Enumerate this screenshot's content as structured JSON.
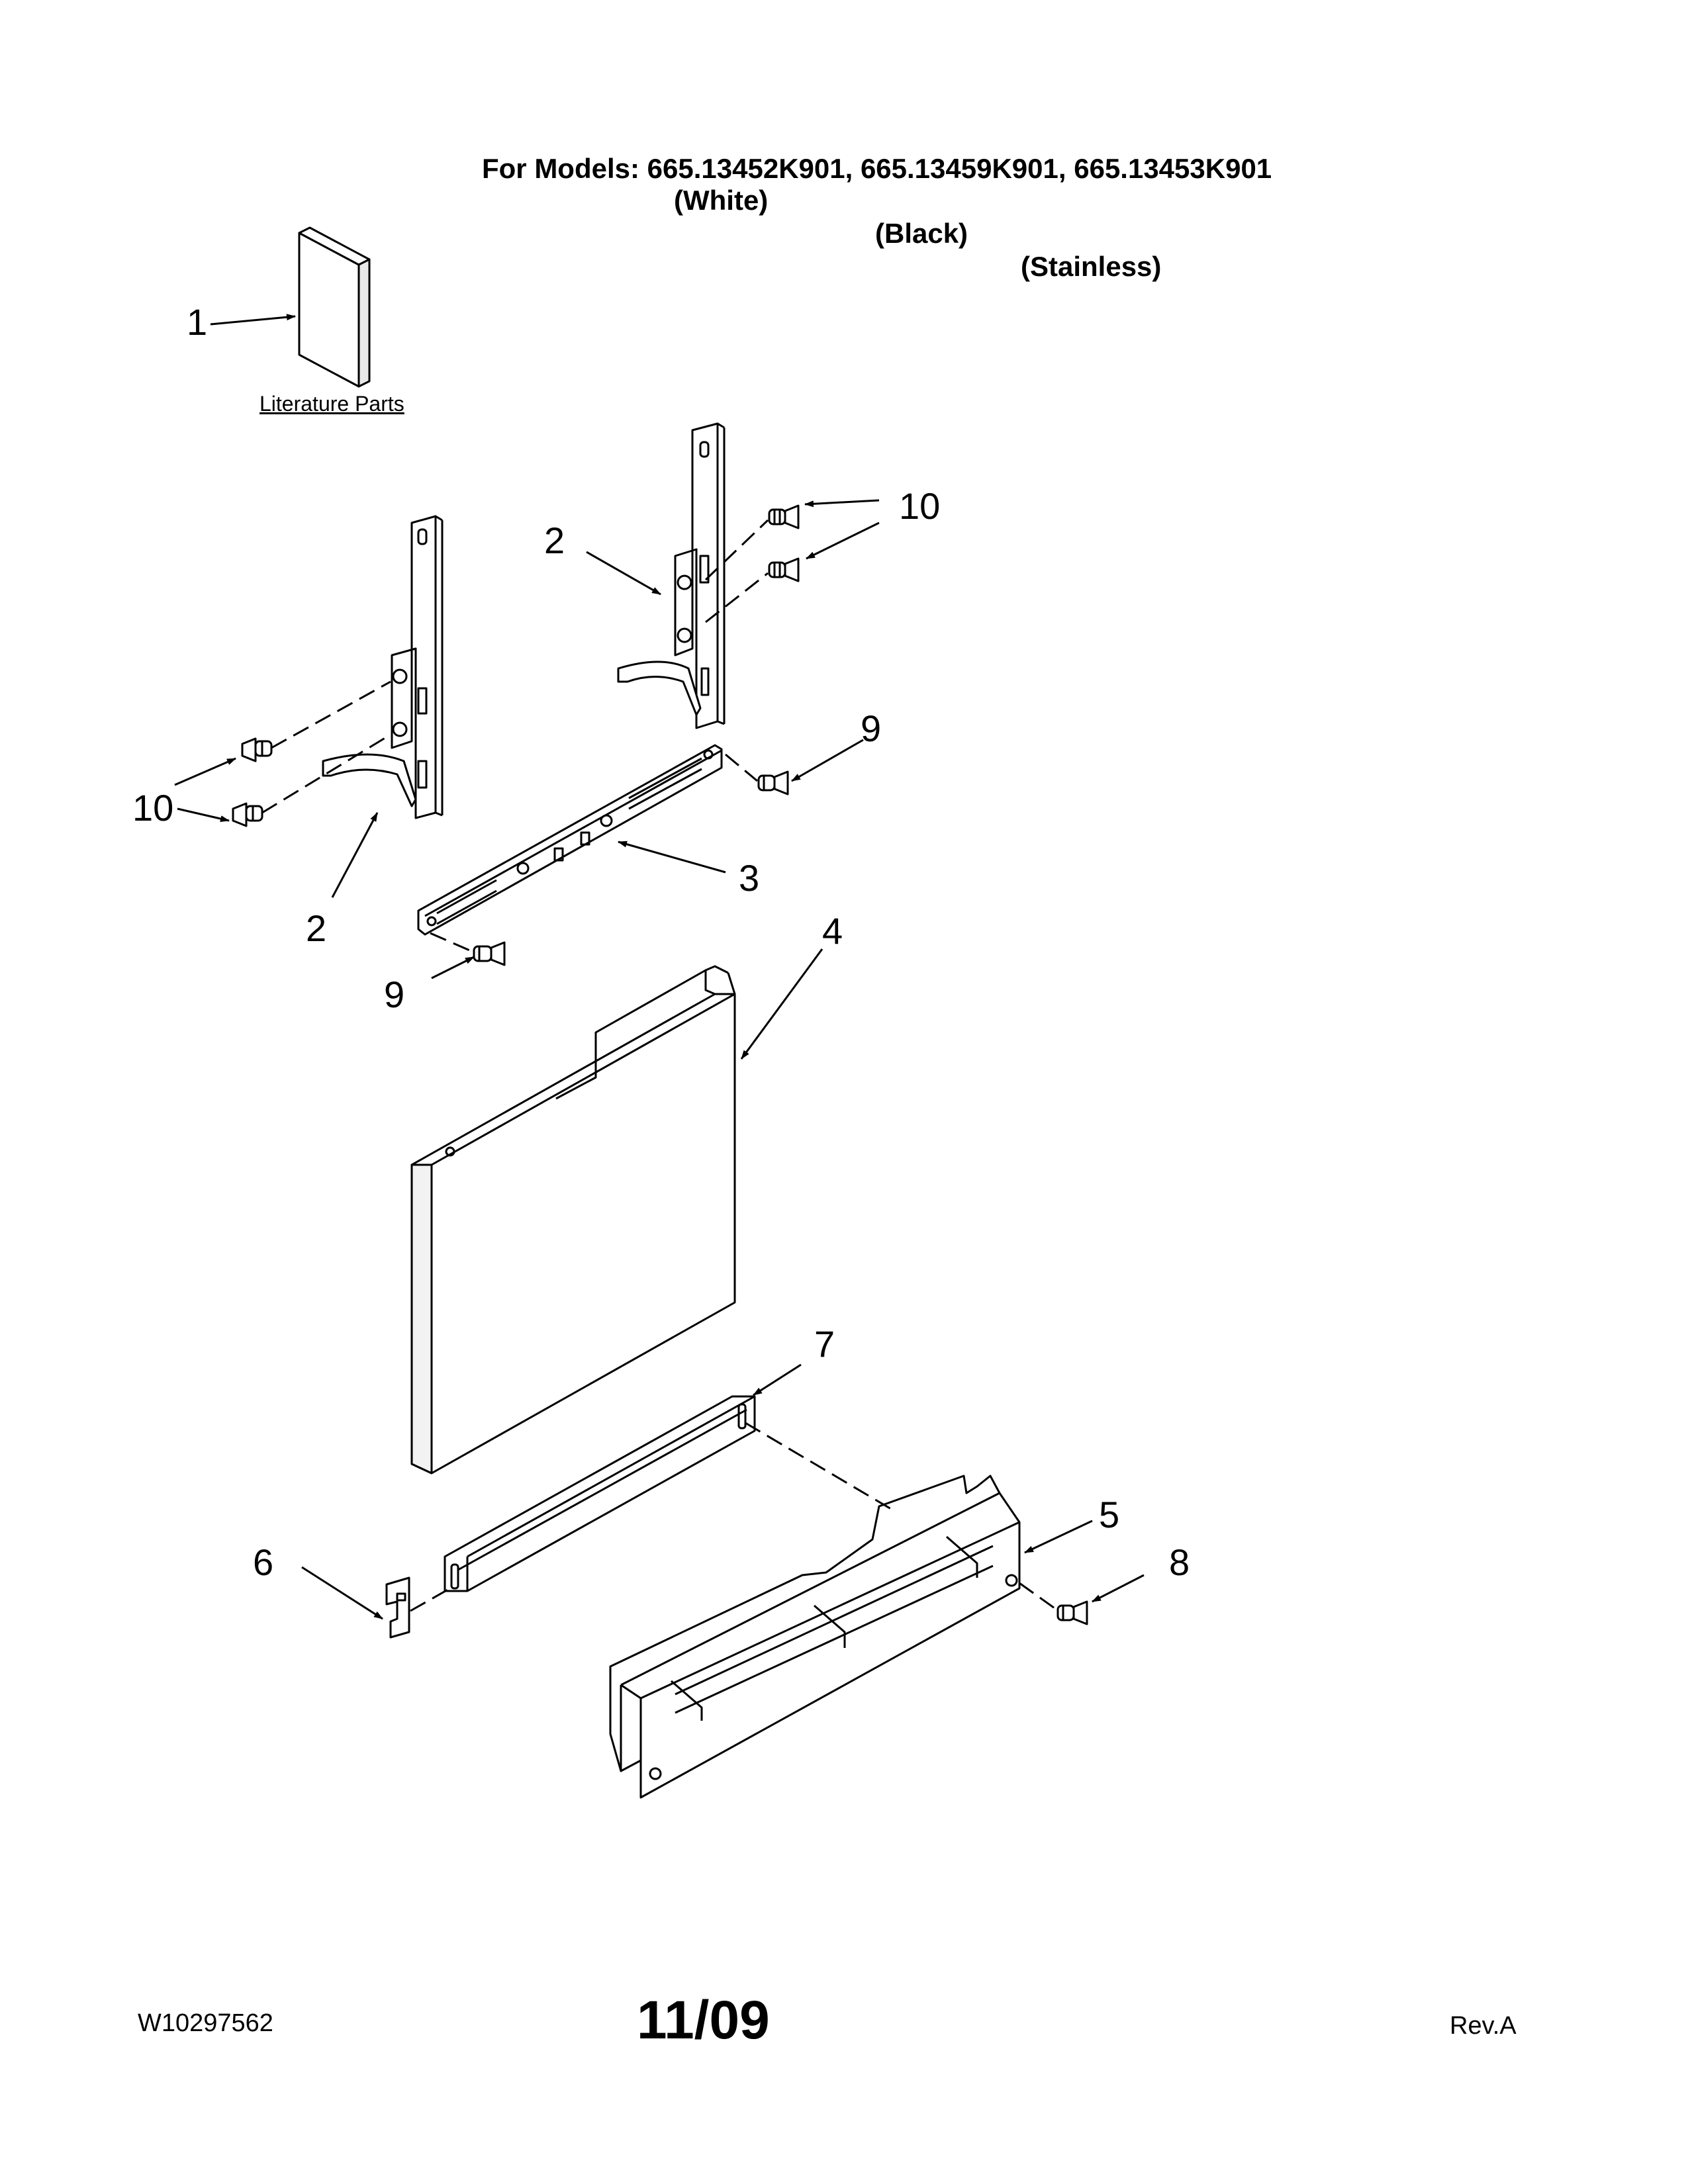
{
  "header": {
    "models_label": "For Models: 665.13452K901, 665.13459K901, 665.13453K901",
    "variant_white": "(White)",
    "variant_black": "(Black)",
    "variant_stainless": "(Stainless)"
  },
  "literature_label": "Literature Parts",
  "callouts": {
    "c1": "1",
    "c2a": "2",
    "c2b": "2",
    "c3": "3",
    "c4": "4",
    "c5": "5",
    "c6": "6",
    "c7": "7",
    "c8": "8",
    "c9a": "9",
    "c9b": "9",
    "c10a": "10",
    "c10b": "10"
  },
  "footer": {
    "doc_number": "W10297562",
    "date": "11/09",
    "revision": "Rev.A"
  }
}
